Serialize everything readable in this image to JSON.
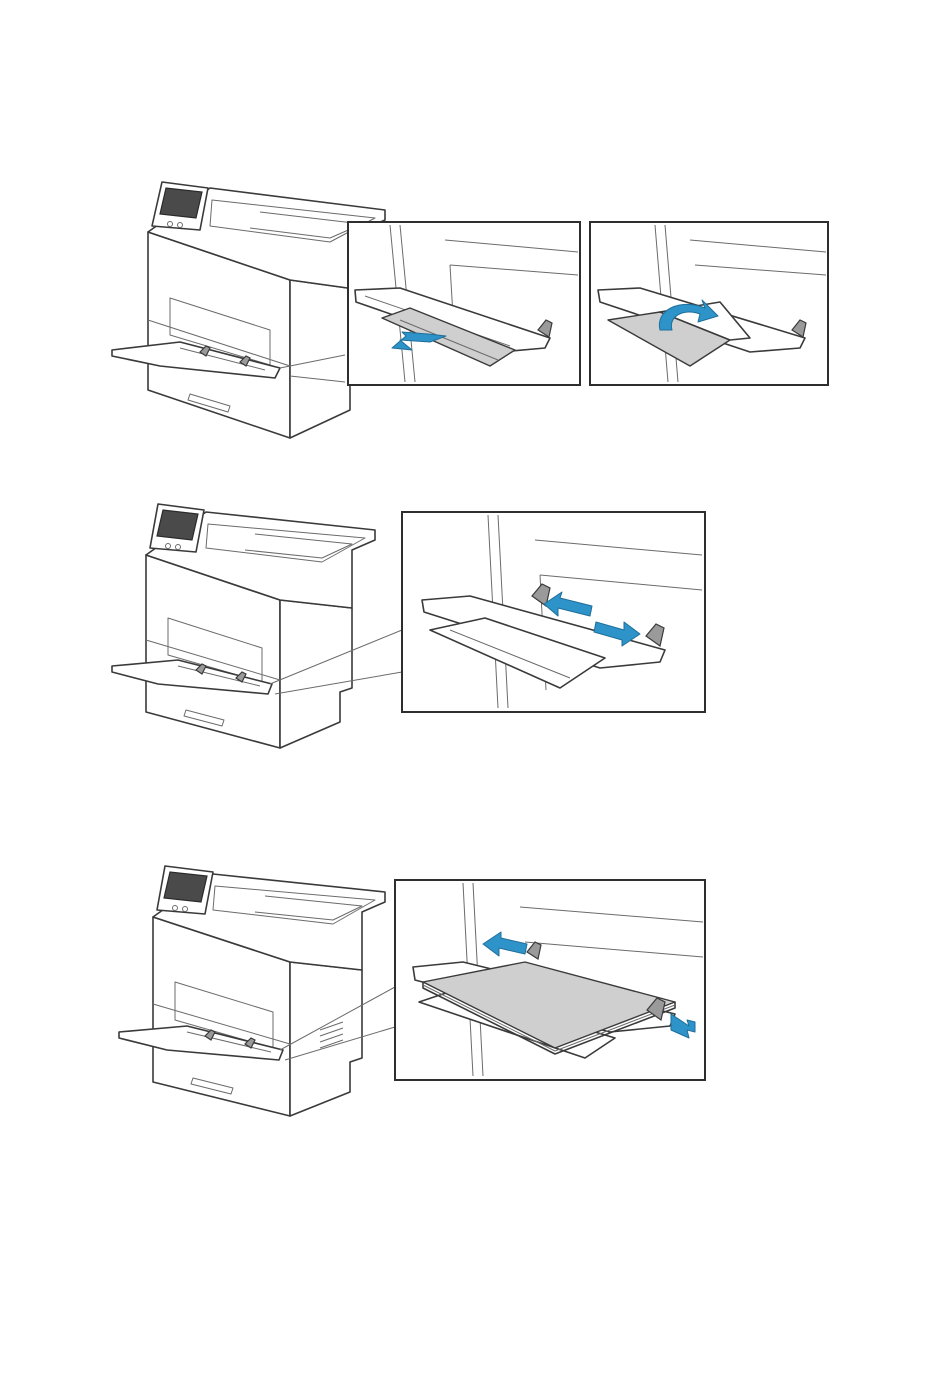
{
  "figures": [
    {
      "id": "step-1",
      "description_icons": [
        "printer",
        "open-bypass-tray",
        "pull-extension",
        "flip-extension"
      ]
    },
    {
      "id": "step-2",
      "description_icons": [
        "printer",
        "adjust-width-guides"
      ]
    },
    {
      "id": "step-3",
      "description_icons": [
        "printer",
        "load-paper",
        "push-guides-to-paper"
      ]
    }
  ],
  "colors": {
    "arrow": "#2d93c9",
    "line": "#3a3a3a",
    "paper": "#cfcfcf"
  }
}
